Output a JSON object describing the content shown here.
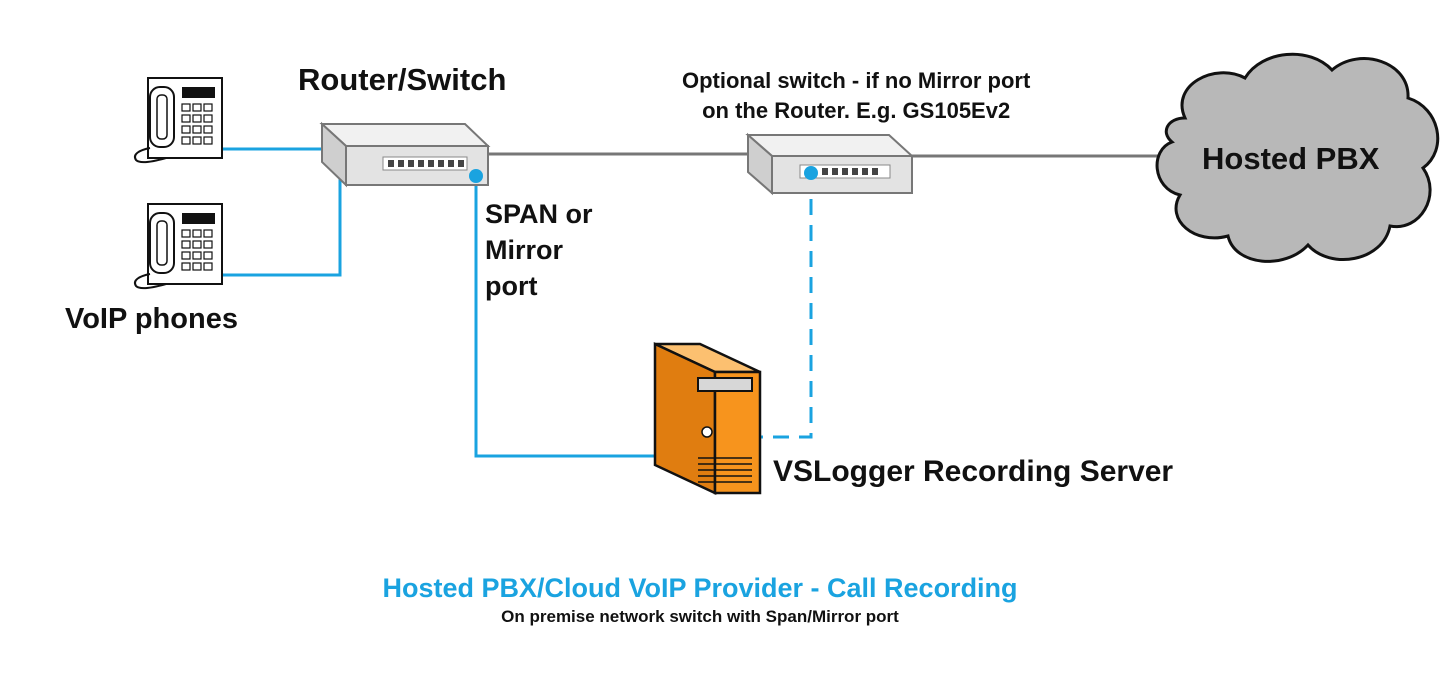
{
  "diagram": {
    "router_label": "Router/Switch",
    "optional_switch_label": [
      "Optional switch - if no Mirror port",
      "on the Router. E.g. GS105Ev2"
    ],
    "span_label": [
      "SPAN or",
      "Mirror",
      "port"
    ],
    "phones_label": "VoIP phones",
    "pbx_label": "Hosted PBX",
    "server_label": "VSLogger Recording Server",
    "caption_title": "Hosted PBX/Cloud VoIP Provider - Call Recording",
    "caption_subtitle": "On premise network switch with Span/Mirror port"
  },
  "colors": {
    "link_blue": "#1aa3e0",
    "server_orange": "#f7941d",
    "cloud_gray": "#b8b8b8",
    "switch_gray": "#e3e3e3",
    "cable_gray": "#777777"
  },
  "icons": [
    "voip-phone-icon",
    "router-switch-icon",
    "optional-switch-icon",
    "cloud-icon",
    "server-icon"
  ]
}
